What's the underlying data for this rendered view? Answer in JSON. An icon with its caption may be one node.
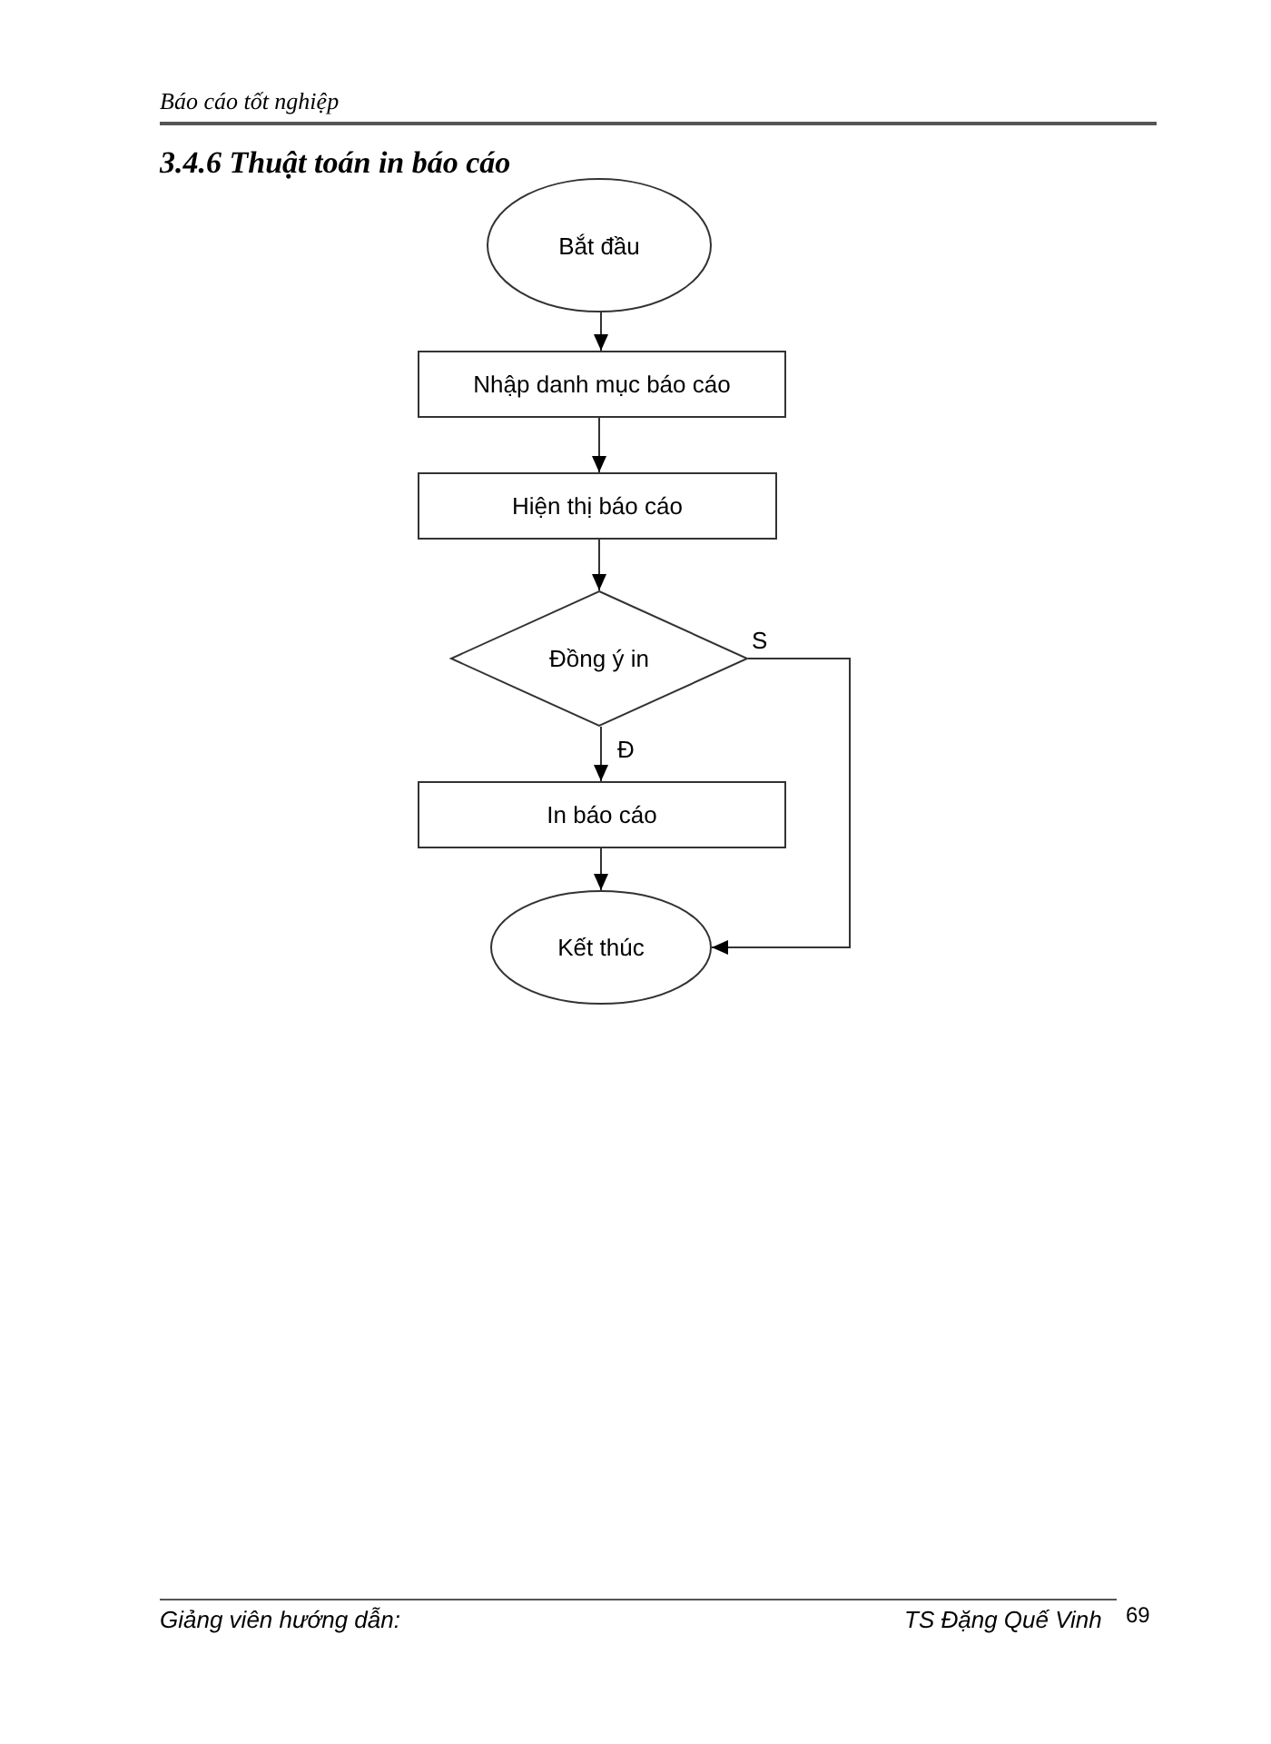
{
  "diagram": {
    "title": "3.4.6 Thuật toán in báo cáo",
    "nodes": [
      {
        "text": [
          "Bắt đầu"
        ]
      },
      {
        "text": [
          "Nhập danh mục báo cáo"
        ]
      },
      {
        "text": [
          "Hiện thị báo cáo"
        ]
      },
      {
        "text": [
          "Đồng ý in"
        ]
      },
      {
        "text": [
          "In báo cáo"
        ]
      },
      {
        "text": [
          "Kết thúc"
        ]
      }
    ],
    "edges": [
      {
        "from": 0,
        "to": 1,
        "arrow": "to"
      },
      {
        "from": 1,
        "to": 2,
        "arrow": "to"
      },
      {
        "from": 2,
        "to": 3,
        "arrow": "to"
      },
      {
        "from": 3,
        "to": 4,
        "arrow": "to",
        "label": "Đ"
      },
      {
        "from": 3,
        "to": 5,
        "arrow": "to",
        "label": "S"
      },
      {
        "from": 4,
        "to": 5,
        "arrow": "to"
      }
    ],
    "labels": [
      "Báo cáo tốt nghiệp",
      "Giảng viên hướng dẫn:",
      "TS Đặng Quế Vinh",
      "69"
    ]
  }
}
